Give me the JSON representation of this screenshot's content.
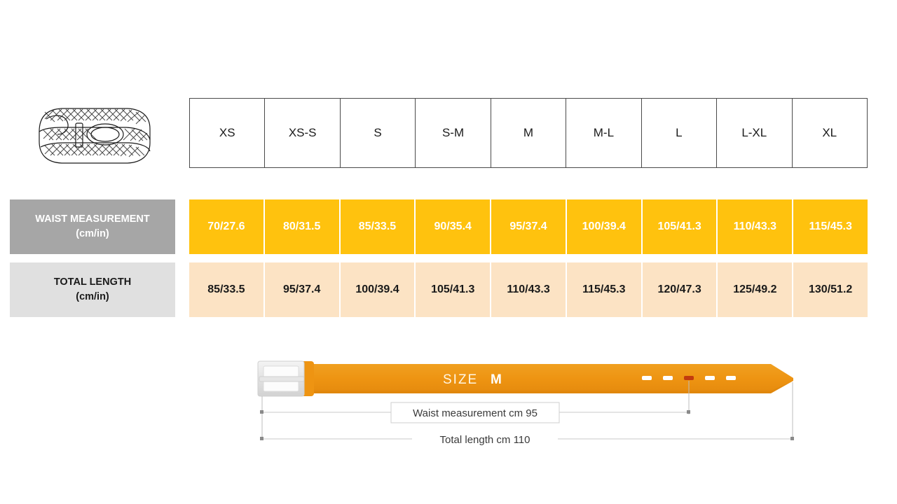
{
  "product": {
    "icon": "braided-belt-illustration",
    "alt_label": "Braided belt coiled"
  },
  "table": {
    "size_headers": [
      "XS",
      "XS-S",
      "S",
      "S-M",
      "M",
      "M-L",
      "L",
      "L-XL",
      "XL"
    ],
    "rows": [
      {
        "label_line1": "WAIST MEASUREMENT",
        "label_line2": "(cm/in)",
        "label_bg": "#A6A6A6",
        "label_color": "#FFFFFF",
        "cell_bg": "#FFC20E",
        "cell_color": "#FFFFFF",
        "values": [
          "70/27.6",
          "80/31.5",
          "85/33.5",
          "90/35.4",
          "95/37.4",
          "100/39.4",
          "105/41.3",
          "110/43.3",
          "115/45.3"
        ]
      },
      {
        "label_line1": "TOTAL LENGTH",
        "label_line2": "(cm/in)",
        "label_bg": "#E0E0E0",
        "label_color": "#1A1A1A",
        "cell_bg": "#FCE3C4",
        "cell_color": "#1A1A1A",
        "values": [
          "85/33.5",
          "95/37.4",
          "100/39.4",
          "105/41.3",
          "110/43.3",
          "115/45.3",
          "120/47.3",
          "125/49.2",
          "130/51.2"
        ]
      }
    ]
  },
  "diagram": {
    "size_prefix": "SIZE",
    "size_value": "M",
    "waist_caption": "Waist measurement cm 95",
    "length_caption": "Total length cm 110",
    "belt_color": "#EE9412",
    "buckle_color": "#E8E8E8",
    "hole_count": 5,
    "active_hole_index": 2,
    "active_hole_color": "#C23B0E"
  }
}
